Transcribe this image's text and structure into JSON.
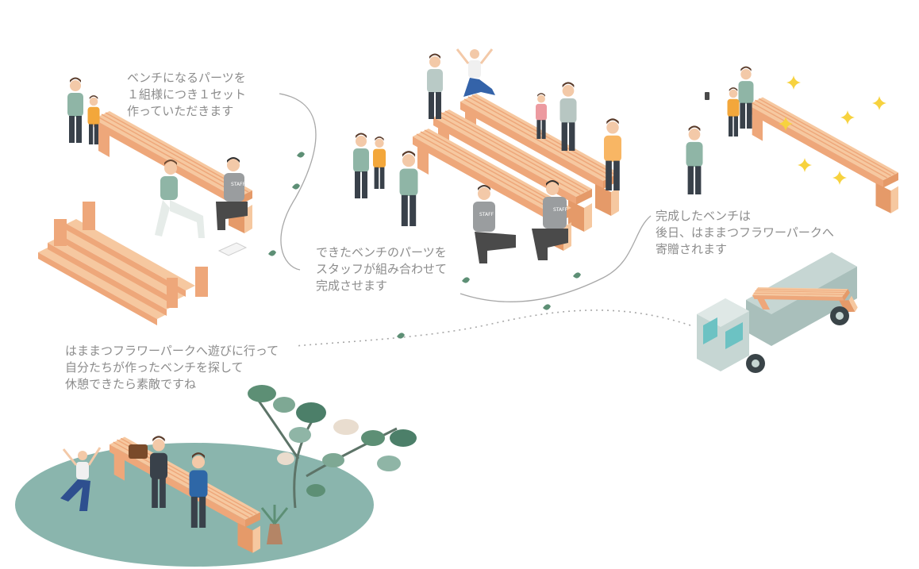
{
  "captions": {
    "step1": [
      "ベンチになるパーツを",
      "１組様につき１セット",
      "作っていただきます"
    ],
    "step2": [
      "できたベンチのパーツを",
      "スタッフが組み合わせて",
      "完成させます"
    ],
    "step3": [
      "完成したベンチは",
      "後日、はままつフラワーパークへ",
      "寄贈されます"
    ],
    "step4": [
      "はままつフラワーパークへ遊びに行って",
      "自分たちが作ったベンチを探して",
      "休憩できたら素敵ですね"
    ]
  },
  "staff_label": "STAFF",
  "colors": {
    "text": "#8c8c8c",
    "wood_top": "#f6c8a0",
    "wood_side": "#eea77a",
    "wood_dark": "#e59a69",
    "shirt_sage": "#8fb5a6",
    "park_ground": "#8ab5ad",
    "leaf": "#5d8f75",
    "truck_body": "#a9bfbb",
    "truck_window": "#6cc2c3",
    "sparkle": "#f7d23e",
    "path_line": "#a8a8a8"
  }
}
